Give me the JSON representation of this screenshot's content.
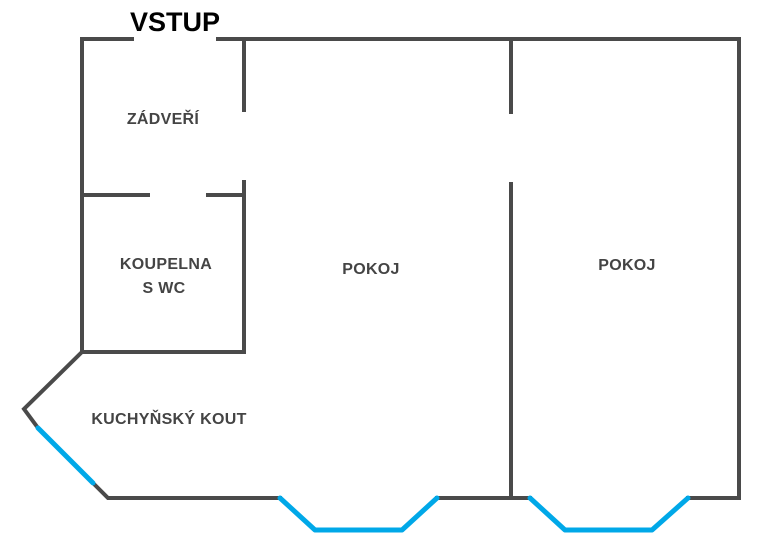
{
  "plan": {
    "entrance": "VSTUP",
    "rooms": {
      "hallway": "ZÁDVEŘÍ",
      "bathroom_line1": "KOUPELNA",
      "bathroom_line2": "S WC",
      "room_left": "POKOJ",
      "room_right": "POKOJ",
      "kitchen": "KUCHYŇSKÝ KOUT"
    }
  },
  "colors": {
    "wall": "#4a4a4a",
    "window": "#00a8e8",
    "text": "#444444",
    "entrance_text": "#000000"
  }
}
